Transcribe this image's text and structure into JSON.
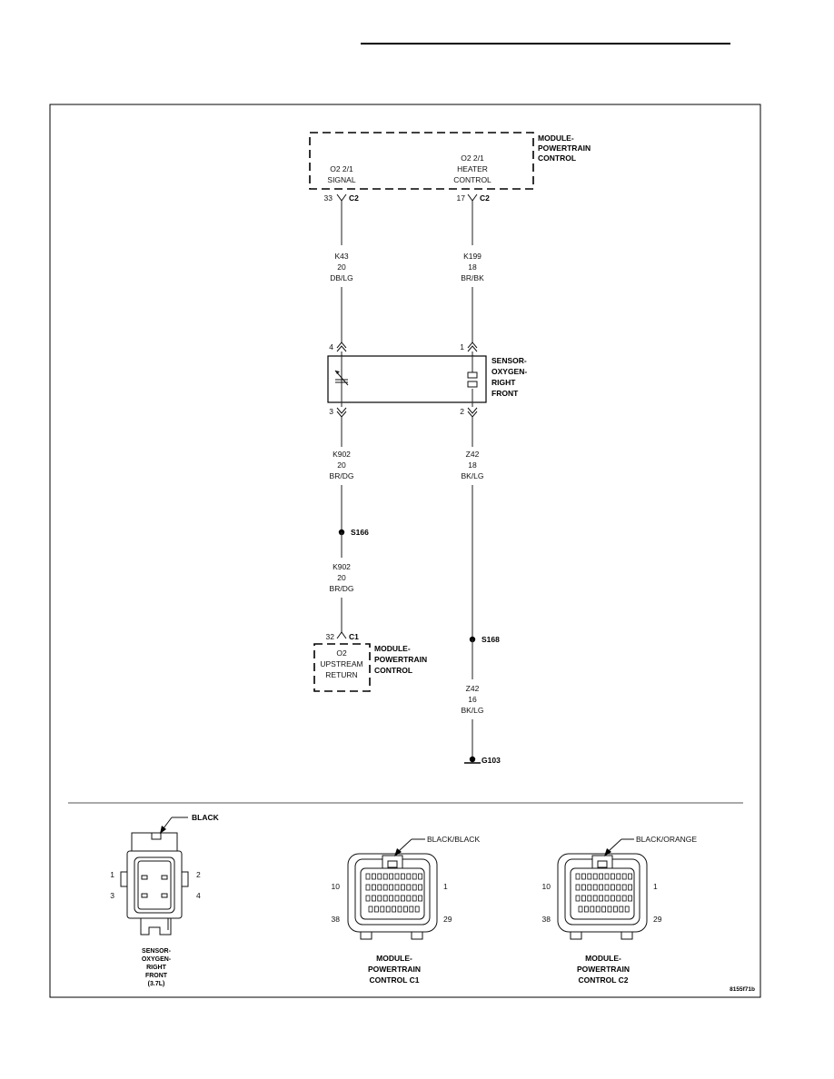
{
  "page": {
    "title_rule": ""
  },
  "pcm_top": {
    "title": [
      "MODULE-",
      "POWERTRAIN",
      "CONTROL"
    ],
    "signal_label": [
      "O2 2/1",
      "SIGNAL"
    ],
    "heater_label": [
      "O2 2/1",
      "HEATER",
      "CONTROL"
    ],
    "signal_pin": "33",
    "signal_connector": "C2",
    "heater_pin": "17",
    "heater_connector": "C2"
  },
  "wires": {
    "k43": [
      "K43",
      "20",
      "DB/LG"
    ],
    "k199": [
      "K199",
      "18",
      "BR/BK"
    ],
    "k902_upper": [
      "K902",
      "20",
      "BR/DG"
    ],
    "z42_upper": [
      "Z42",
      "18",
      "BK/LG"
    ],
    "k902_lower": [
      "K902",
      "20",
      "BR/DG"
    ],
    "z42_lower": [
      "Z42",
      "16",
      "BK/LG"
    ]
  },
  "sensor": {
    "title": [
      "SENSOR-",
      "OXYGEN-",
      "RIGHT",
      "FRONT"
    ],
    "pin_top_left": "4",
    "pin_top_right": "1",
    "pin_bottom_left": "3",
    "pin_bottom_right": "2"
  },
  "splices": {
    "s166": "S166",
    "s168": "S168"
  },
  "ground": "G103",
  "pcm_bottom": {
    "title": [
      "MODULE-",
      "POWERTRAIN",
      "CONTROL"
    ],
    "pin": "32",
    "connector": "C1",
    "label": [
      "O2",
      "UPSTREAM",
      "RETURN"
    ]
  },
  "connectors": {
    "sensor_conn": {
      "color": "BLACK",
      "pins": [
        "1",
        "2",
        "3",
        "4"
      ],
      "caption": [
        "SENSOR-",
        "OXYGEN-",
        "RIGHT",
        "FRONT",
        "(3.7L)"
      ]
    },
    "c1": {
      "color": "BLACK/BLACK",
      "pins": [
        "10",
        "1",
        "38",
        "29"
      ],
      "caption": [
        "MODULE-",
        "POWERTRAIN",
        "CONTROL C1"
      ]
    },
    "c2": {
      "color": "BLACK/ORANGE",
      "pins": [
        "10",
        "1",
        "38",
        "29"
      ],
      "caption": [
        "MODULE-",
        "POWERTRAIN",
        "CONTROL C2"
      ]
    }
  },
  "figure_id": "8155f71b"
}
